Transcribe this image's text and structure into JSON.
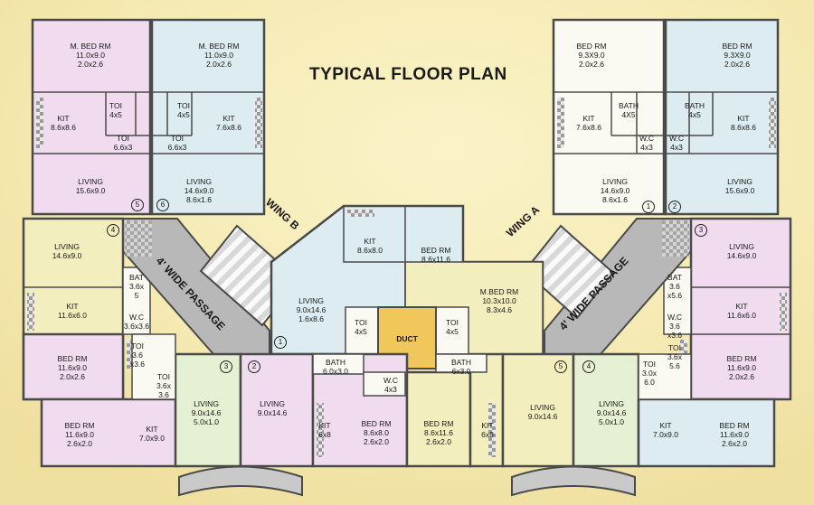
{
  "title": "TYPICAL FLOOR PLAN",
  "colors": {
    "background": "#f6edb9",
    "wall": "#4a4a4a",
    "pink_unit": "#f0dcee",
    "blue_unit": "#dcecf0",
    "green_unit": "#e6f0d2",
    "white_unit": "#fbfaf2",
    "passage": "#b8b8b8",
    "duct": "#f1c65a"
  },
  "wings": [
    "WING B",
    "WING A"
  ],
  "passages": [
    "4' WIDE PASSAGE",
    "4' WIDE PASSAGE"
  ],
  "unit_numbers": [
    "5",
    "6",
    "1",
    "2",
    "4",
    "3",
    "1",
    "3",
    "2",
    "5",
    "4"
  ],
  "rooms": [
    {
      "name": "M. BED RM",
      "dims": [
        "11.0x9.0",
        "2.0x2.6"
      ]
    },
    {
      "name": "M. BED RM",
      "dims": [
        "11.0x9.0",
        "2.0x2.6"
      ]
    },
    {
      "name": "BED RM",
      "dims": [
        "9.3X9.0",
        "2.0x2.6"
      ]
    },
    {
      "name": "BED RM",
      "dims": [
        "9.3X9.0",
        "2.0x2.6"
      ]
    },
    {
      "name": "KIT",
      "dims": [
        "8.6x8.6"
      ]
    },
    {
      "name": "TOI",
      "dims": [
        "4x5"
      ]
    },
    {
      "name": "TOI",
      "dims": [
        "4x5"
      ]
    },
    {
      "name": "KIT",
      "dims": [
        "7.6x8.6"
      ]
    },
    {
      "name": "TOI",
      "dims": [
        "6.6x3"
      ]
    },
    {
      "name": "TOI",
      "dims": [
        "6.6x3"
      ]
    },
    {
      "name": "KIT",
      "dims": [
        "7.6x8.6"
      ]
    },
    {
      "name": "BATH",
      "dims": [
        "4X5"
      ]
    },
    {
      "name": "BATH",
      "dims": [
        "4x5"
      ]
    },
    {
      "name": "KIT",
      "dims": [
        "8.6x8.6"
      ]
    },
    {
      "name": "W.C",
      "dims": [
        "4x3"
      ]
    },
    {
      "name": "W.C",
      "dims": [
        "4x3"
      ]
    },
    {
      "name": "LIVING",
      "dims": [
        "15.6x9.0"
      ]
    },
    {
      "name": "LIVING",
      "dims": [
        "14.6x9.0",
        "8.6x1.6"
      ]
    },
    {
      "name": "LIVING",
      "dims": [
        "14.6x9.0",
        "8.6x1.6"
      ]
    },
    {
      "name": "LIVING",
      "dims": [
        "15.6x9.0"
      ]
    },
    {
      "name": "LIVING",
      "dims": [
        "14.6x9.0"
      ]
    },
    {
      "name": "LIVING",
      "dims": [
        "14.6x9.0"
      ]
    },
    {
      "name": "KIT",
      "dims": [
        "8.6x8.0"
      ]
    },
    {
      "name": "BED RM",
      "dims": [
        "8.6x11.6"
      ]
    },
    {
      "name": "BAT",
      "dims": [
        "3.6x",
        "5"
      ]
    },
    {
      "name": "BAT",
      "dims": [
        "3.6",
        "x5.6"
      ]
    },
    {
      "name": "KIT",
      "dims": [
        "11.6x6.0"
      ]
    },
    {
      "name": "KIT",
      "dims": [
        "11.6x6.0"
      ]
    },
    {
      "name": "W.C",
      "dims": [
        "3.6x3.6"
      ]
    },
    {
      "name": "W.C",
      "dims": [
        "3.6",
        "x3.6"
      ]
    },
    {
      "name": "LIVING",
      "dims": [
        "9.0x14.6",
        "1.6x8.6"
      ]
    },
    {
      "name": "M.BED RM",
      "dims": [
        "10.3x10.0",
        "8.3x4.6"
      ]
    },
    {
      "name": "TOI",
      "dims": [
        "4x5"
      ]
    },
    {
      "name": "DUCT",
      "dims": []
    },
    {
      "name": "TOI",
      "dims": [
        "4x5"
      ]
    },
    {
      "name": "BED RM",
      "dims": [
        "11.6x9.0",
        "2.0x2.6"
      ]
    },
    {
      "name": "TOI",
      "dims": [
        "3.6",
        "x3.6"
      ]
    },
    {
      "name": "TOI",
      "dims": [
        "3.6x",
        "3.6"
      ]
    },
    {
      "name": "BATH",
      "dims": [
        "6.0x3.0"
      ]
    },
    {
      "name": "W.C",
      "dims": [
        "4x3"
      ]
    },
    {
      "name": "BATH",
      "dims": [
        "6x3.0"
      ]
    },
    {
      "name": "TOI",
      "dims": [
        "3.0x",
        "6.0"
      ]
    },
    {
      "name": "TOI",
      "dims": [
        "3.6x",
        "5.6"
      ]
    },
    {
      "name": "BED RM",
      "dims": [
        "11.6x9.0",
        "2.0x2.6"
      ]
    },
    {
      "name": "LIVING",
      "dims": [
        "9.0x14.6",
        "5.0x1.0"
      ]
    },
    {
      "name": "LIVING",
      "dims": [
        "9.0x14.6"
      ]
    },
    {
      "name": "LIVING",
      "dims": [
        "9.0x14.6"
      ]
    },
    {
      "name": "LIVING",
      "dims": [
        "9.0x14.6",
        "5.0x1.0"
      ]
    },
    {
      "name": "BED RM",
      "dims": [
        "11.6x9.0",
        "2.6x2.0"
      ]
    },
    {
      "name": "KIT",
      "dims": [
        "7.0x9.0"
      ]
    },
    {
      "name": "KIT",
      "dims": [
        "6x8"
      ]
    },
    {
      "name": "BED RM",
      "dims": [
        "8.6x8.0",
        "2.6x2.0"
      ]
    },
    {
      "name": "BED RM",
      "dims": [
        "8.6x11.6",
        "2.6x2.0"
      ]
    },
    {
      "name": "KIT",
      "dims": [
        "6x8"
      ]
    },
    {
      "name": "KIT",
      "dims": [
        "7.0x9.0"
      ]
    },
    {
      "name": "BED RM",
      "dims": [
        "11.6x9.0",
        "2.6x2.0"
      ]
    }
  ]
}
